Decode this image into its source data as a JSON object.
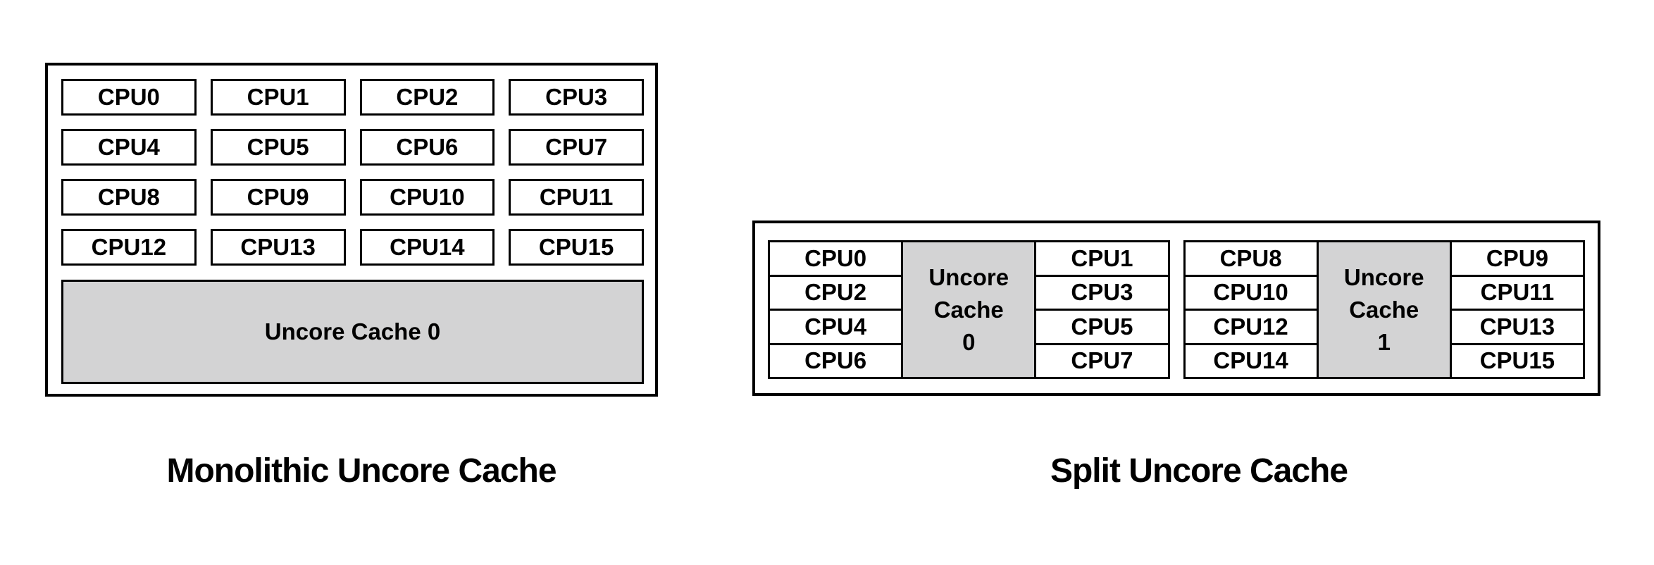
{
  "monolithic": {
    "caption": "Monolithic Uncore Cache",
    "cpus": [
      "CPU0",
      "CPU1",
      "CPU2",
      "CPU3",
      "CPU4",
      "CPU5",
      "CPU6",
      "CPU7",
      "CPU8",
      "CPU9",
      "CPU10",
      "CPU11",
      "CPU12",
      "CPU13",
      "CPU14",
      "CPU15"
    ],
    "cache_label": "Uncore Cache 0"
  },
  "split": {
    "caption": "Split Uncore Cache",
    "groups": [
      {
        "cache": [
          "Uncore",
          "Cache",
          "0"
        ],
        "left_cpus": [
          "CPU0",
          "CPU2",
          "CPU4",
          "CPU6"
        ],
        "right_cpus": [
          "CPU1",
          "CPU3",
          "CPU5",
          "CPU7"
        ]
      },
      {
        "cache": [
          "Uncore",
          "Cache",
          "1"
        ],
        "left_cpus": [
          "CPU8",
          "CPU10",
          "CPU12",
          "CPU14"
        ],
        "right_cpus": [
          "CPU9",
          "CPU11",
          "CPU13",
          "CPU15"
        ]
      }
    ]
  },
  "colors": {
    "border": "#000000",
    "cache_fill": "#d3d3d4",
    "background": "#ffffff"
  }
}
